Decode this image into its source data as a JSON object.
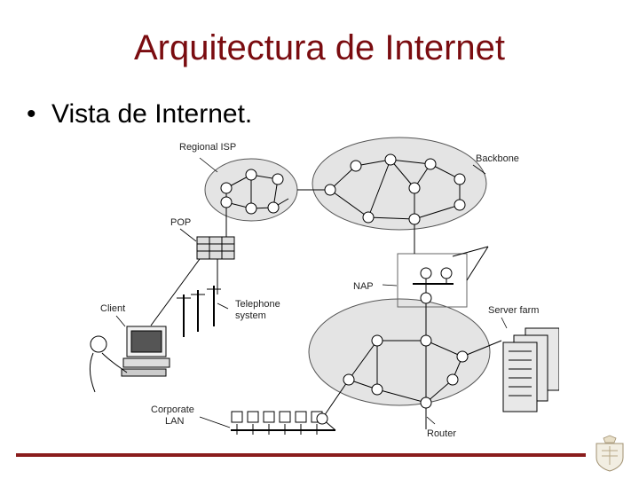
{
  "slide": {
    "title": "Arquitectura de Internet",
    "bullet": "Vista de Internet."
  },
  "diagram": {
    "labels": {
      "regional_isp": "Regional ISP",
      "backbone": "Backbone",
      "pop": "POP",
      "nap": "NAP",
      "client": "Client",
      "telephone": "Telephone",
      "system": "system",
      "server_farm": "Server farm",
      "corporate": "Corporate",
      "lan": "LAN",
      "router": "Router"
    }
  },
  "colors": {
    "title": "#7a0c10",
    "footer_bar": "#8a1c1c",
    "cloud_fill": "#e4e4e4"
  }
}
